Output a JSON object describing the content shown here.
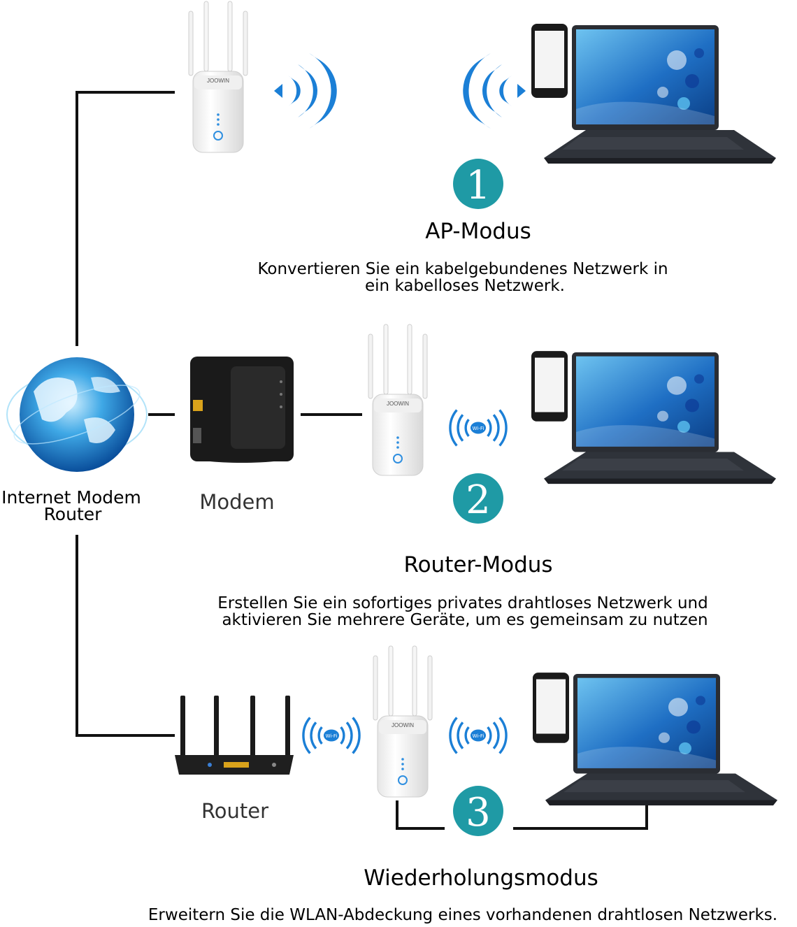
{
  "modes": [
    {
      "number": "1",
      "title": "AP-Modus",
      "desc_line1": "Konvertieren Sie ein kabelgebundenes Netzwerk in",
      "desc_line2": "ein kabelloses Netzwerk."
    },
    {
      "number": "2",
      "title": "Router-Modus",
      "desc_line1": "Erstellen Sie ein sofortiges privates drahtloses Netzwerk und",
      "desc_line2": "aktivieren Sie mehrere Geräte, um es gemeinsam zu nutzen"
    },
    {
      "number": "3",
      "title": "Wiederholungsmodus",
      "desc_line1": "Erweitern Sie die WLAN-Abdeckung eines vorhandenen drahtlosen Netzwerks."
    }
  ],
  "devices": {
    "internet_line1": "Internet Modem",
    "internet_line2": "Router",
    "modem": "Modem",
    "router": "Router",
    "repeater_brand": "JOOWIN",
    "wifi_badge": "Wi-Fi"
  },
  "colors": {
    "teal": "#1f9aa5",
    "wifi_blue": "#1b7fd6",
    "cable": "#111111",
    "laptop_body": "#2b2e35",
    "screen_blue": "#1f6fc4"
  }
}
